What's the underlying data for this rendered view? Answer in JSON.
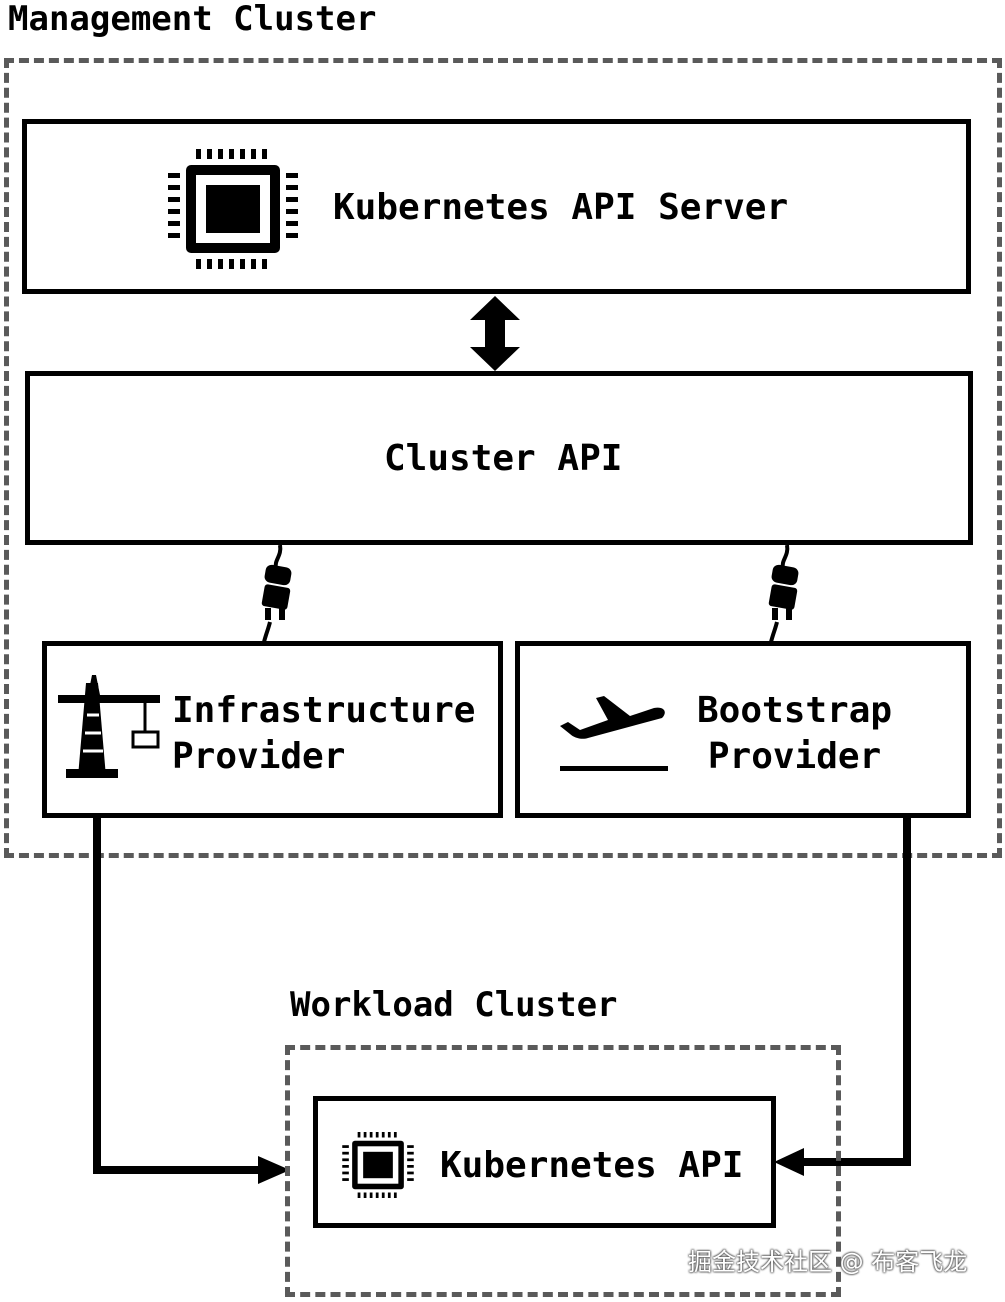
{
  "management_cluster": {
    "title": "Management Cluster",
    "k8s_api_server": {
      "label": "Kubernetes API Server",
      "icon": "cpu-chip-icon"
    },
    "cluster_api": {
      "label": "Cluster API"
    },
    "infrastructure_provider": {
      "line1": "Infrastructure",
      "line2": "Provider",
      "icon": "crane-tower-icon"
    },
    "bootstrap_provider": {
      "line1": "Bootstrap",
      "line2": "Provider",
      "icon": "airplane-takeoff-icon"
    },
    "connector_icon": "plug-icon"
  },
  "workload_cluster": {
    "title": "Workload Cluster",
    "k8s_api": {
      "label": "Kubernetes API",
      "icon": "cpu-chip-icon"
    }
  },
  "watermark": "掘金技术社区 @ 布客飞龙",
  "colors": {
    "stroke": "#000000",
    "dashed_border": "#5a5a5a",
    "background": "#ffffff"
  }
}
